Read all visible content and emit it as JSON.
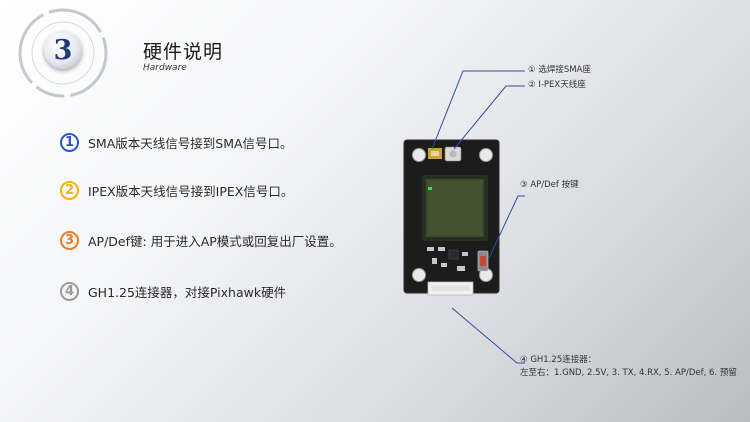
{
  "header": {
    "number": "3",
    "title": "硬件说明",
    "subtitle": "Hardware"
  },
  "features": [
    {
      "num": "1",
      "text": "SMA版本天线信号接到SMA信号口。",
      "color": "#2f57c3"
    },
    {
      "num": "2",
      "text": "IPEX版本天线信号接到IPEX信号口。",
      "color": "#f2b215"
    },
    {
      "num": "3",
      "text": "AP/Def键: 用于进入AP模式或回复出厂设置。",
      "color": "#ee7c25"
    },
    {
      "num": "4",
      "text": "GH1.25连接器，对接Pixhawk硬件",
      "color": "#9a9a9a"
    }
  ],
  "callouts": {
    "sma": "① 选焊接SMA座",
    "ipex": "② I-PEX天线座",
    "apdef": "③ AP/Def 按键",
    "gh_line1": "④ GH1.25连接器：",
    "gh_line2": "左至右：1.GND, 2.5V, 3. TX, 4.RX, 5. AP/Def, 6. 预留"
  },
  "colors": {
    "navy": "#233a78",
    "callout_line": "#2e4f9e",
    "pcb": "#1c1c1c"
  }
}
